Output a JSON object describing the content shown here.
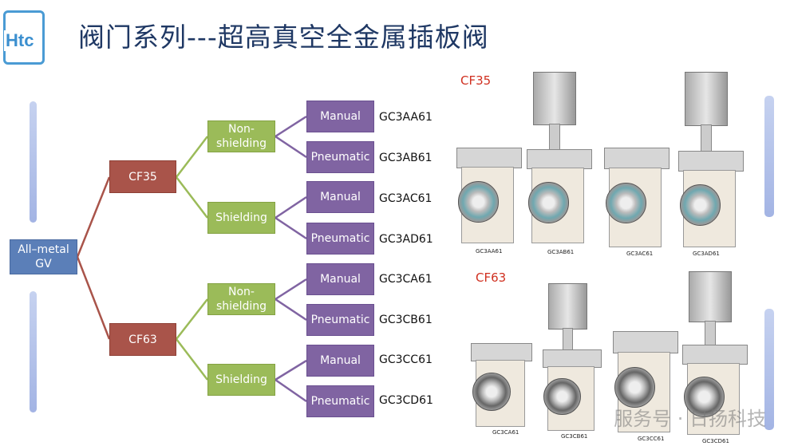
{
  "header": {
    "logo_text": "Htc",
    "title": "阀门系列---超高真空全金属插板阀"
  },
  "tree": {
    "root": "All–metal GV",
    "branches": [
      {
        "label": "CF35",
        "children": [
          {
            "label": "Non-shielding",
            "items": [
              {
                "type": "Manual",
                "code": "GC3AA61"
              },
              {
                "type": "Pneumatic",
                "code": "GC3AB61"
              }
            ]
          },
          {
            "label": "Shielding",
            "items": [
              {
                "type": "Manual",
                "code": "GC3AC61"
              },
              {
                "type": "Pneumatic",
                "code": "GC3AD61"
              }
            ]
          }
        ]
      },
      {
        "label": "CF63",
        "children": [
          {
            "label": "Non-shielding",
            "items": [
              {
                "type": "Manual",
                "code": "GC3CA61"
              },
              {
                "type": "Pneumatic",
                "code": "GC3CB61"
              }
            ]
          },
          {
            "label": "Shielding",
            "items": [
              {
                "type": "Manual",
                "code": "GC3CC61"
              },
              {
                "type": "Pneumatic",
                "code": "GC3CD61"
              }
            ]
          }
        ]
      }
    ]
  },
  "gallery": {
    "cf35": {
      "label": "CF35",
      "captions": [
        "GC3AA61",
        "GC3AB61",
        "GC3AC61",
        "GC3AD61"
      ]
    },
    "cf63": {
      "label": "CF63",
      "captions": [
        "GC3CA61",
        "GC3CB61",
        "GC3CC61",
        "GC3CD61"
      ]
    }
  },
  "watermark": "服务号 · 日扬科技",
  "colors": {
    "root": "#5b7fb8",
    "size": "#a9544a",
    "shield": "#9bbb59",
    "op": "#8064a2",
    "accent_red": "#d03020",
    "title": "#1f3864"
  }
}
